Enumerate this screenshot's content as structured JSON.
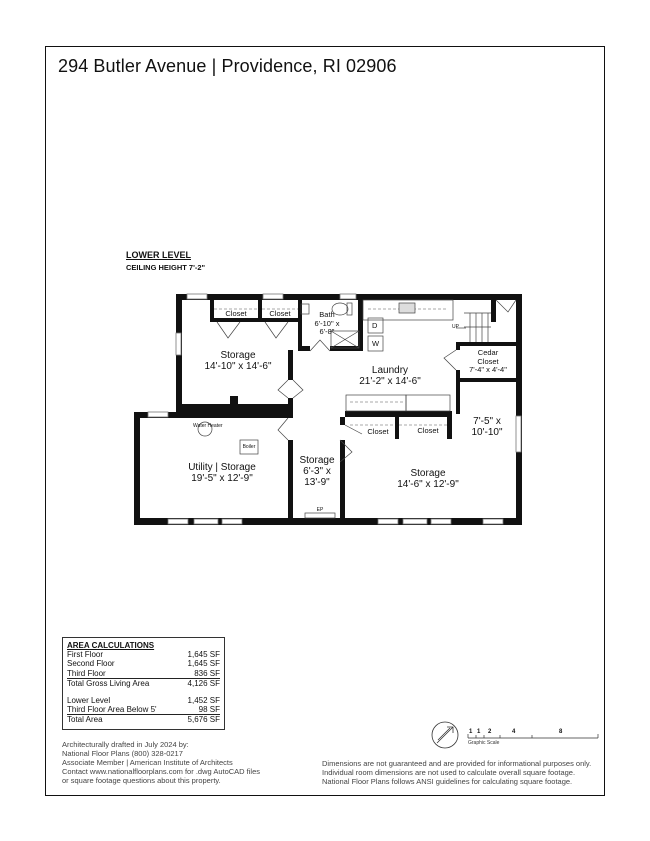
{
  "header": {
    "title": "294 Butler Avenue | Providence, RI 02906"
  },
  "level": {
    "name": "LOWER LEVEL",
    "ceiling_height": "CEILING HEIGHT 7'-2\""
  },
  "rooms": [
    {
      "name": "Storage",
      "dims": "14'-10\" x 14'-6\""
    },
    {
      "name": "Closet",
      "dims": ""
    },
    {
      "name": "Closet",
      "dims": ""
    },
    {
      "name": "Bath",
      "dims": "6'-10\" x",
      "dims2": "6'-8\""
    },
    {
      "name": "Laundry",
      "dims": "21'-2\" x 14'-6\""
    },
    {
      "name": "Cedar",
      "name2": "Closet",
      "dims": "7'-4\" x 4'-4\""
    },
    {
      "name": "Utility | Storage",
      "dims": "19'-5\" x 12'-9\""
    },
    {
      "name": "Storage",
      "dims": "6'-3\" x",
      "dims2": "13'-9\""
    },
    {
      "name": "Storage",
      "dims": "14'-6\" x 12'-9\""
    },
    {
      "name": "",
      "dims": "7'-5\" x",
      "dims2": "10'-10\""
    },
    {
      "name": "Closet",
      "dims": ""
    },
    {
      "name": "Closet",
      "dims": ""
    }
  ],
  "fixtures": {
    "water_heater": "Water Heater",
    "boiler": "Boiler",
    "dryer": "D",
    "washer": "W",
    "stairs_up": "UP",
    "electrical_panel": "EP"
  },
  "area_calculations": {
    "title": "AREA CALCULATIONS",
    "rows": [
      {
        "label": "First Floor",
        "value": "1,645 SF"
      },
      {
        "label": "Second Floor",
        "value": "1,645 SF"
      },
      {
        "label": "Third Floor",
        "value": "836 SF"
      },
      {
        "label": "Total Gross Living Area",
        "value": "4,126 SF"
      },
      {
        "label": "Lower Level",
        "value": "1,452 SF"
      },
      {
        "label": "Third Floor Area Below 5'",
        "value": "98 SF"
      },
      {
        "label": "Total Area",
        "value": "5,676 SF"
      }
    ]
  },
  "credits": {
    "line1": "Architecturally drafted in July 2024 by:",
    "line2": "National Floor Plans   (800) 328-0217",
    "line3": "Associate Member | American Institute of Architects",
    "line4": "Contact www.nationalfloorplans.com for .dwg AutoCAD files",
    "line5": "or square footage questions about this property."
  },
  "disclaimer": {
    "line1": "Dimensions are not guaranteed and are provided for informational purposes only.",
    "line2": "Individual room dimensions are not used to calculate overall square footage.",
    "line3": "National Floor Plans follows ANSI guidelines for calculating square footage."
  },
  "scale": {
    "label": "Graphic Scale",
    "ticks": [
      "1",
      "1",
      "2",
      "4",
      "8"
    ],
    "compass": "NORTH"
  }
}
